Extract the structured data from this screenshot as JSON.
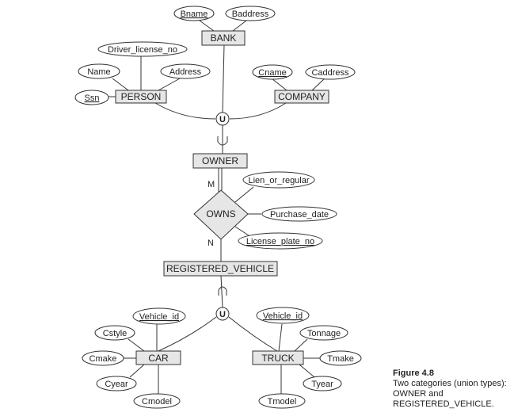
{
  "entities": {
    "bank": "BANK",
    "person": "PERSON",
    "company": "COMPANY",
    "owner": "OWNER",
    "registered_vehicle": "REGISTERED_VEHICLE",
    "car": "CAR",
    "truck": "TRUCK"
  },
  "relationship": {
    "owns": "OWNS"
  },
  "cardinality": {
    "m": "M",
    "n": "N"
  },
  "union_symbol": "U",
  "attributes": {
    "bname": "Bname",
    "baddress": "Baddress",
    "driver_license_no": "Driver_license_no",
    "name": "Name",
    "address": "Address",
    "ssn": "Ssn",
    "cname": "Cname",
    "caddress": "Caddress",
    "lien_or_regular": "Lien_or_regular",
    "purchase_date": "Purchase_date",
    "license_plate_no": "License_plate_no",
    "car_vehicle_id": "Vehicle_id",
    "cstyle": "Cstyle",
    "cmake": "Cmake",
    "cyear": "Cyear",
    "cmodel": "Cmodel",
    "truck_vehicle_id": "Vehicle_id",
    "tonnage": "Tonnage",
    "tmake": "Tmake",
    "tyear": "Tyear",
    "tmodel": "Tmodel"
  },
  "caption": {
    "figure": "Figure 4.8",
    "text": "Two categories (union types): OWNER and REGISTERED_VEHICLE."
  }
}
